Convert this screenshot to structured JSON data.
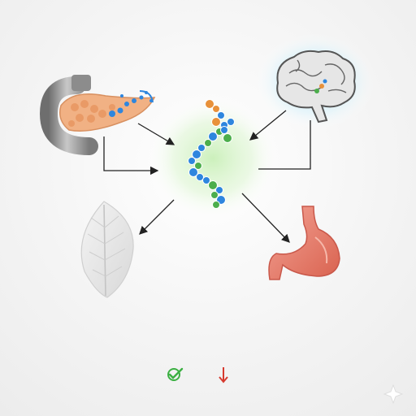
{
  "diagram": {
    "nodes": [
      {
        "id": "pancreas",
        "icon": "pancreas-icon"
      },
      {
        "id": "brain",
        "icon": "brain-icon"
      },
      {
        "id": "peptide",
        "icon": "peptide-chain-icon"
      },
      {
        "id": "leaf",
        "icon": "leaf-icon"
      },
      {
        "id": "stomach",
        "icon": "stomach-icon"
      }
    ],
    "edges": [
      {
        "from": "pancreas",
        "to": "peptide"
      },
      {
        "from": "brain",
        "to": "peptide"
      },
      {
        "from": "peptide",
        "to": "leaf"
      },
      {
        "from": "peptide",
        "to": "stomach"
      }
    ]
  },
  "status_icons": [
    {
      "icon": "check-circle-icon",
      "color": "#3cb043"
    },
    {
      "icon": "arrow-down-icon",
      "color": "#d63a2f"
    }
  ],
  "colors": {
    "peptide_blue": "#2e86de",
    "peptide_green": "#4cae4c",
    "peptide_orange": "#e8913a",
    "stomach": "#e8776a",
    "brain_glow": "#bfe9f7",
    "peptide_glow": "#d9f4cf"
  }
}
